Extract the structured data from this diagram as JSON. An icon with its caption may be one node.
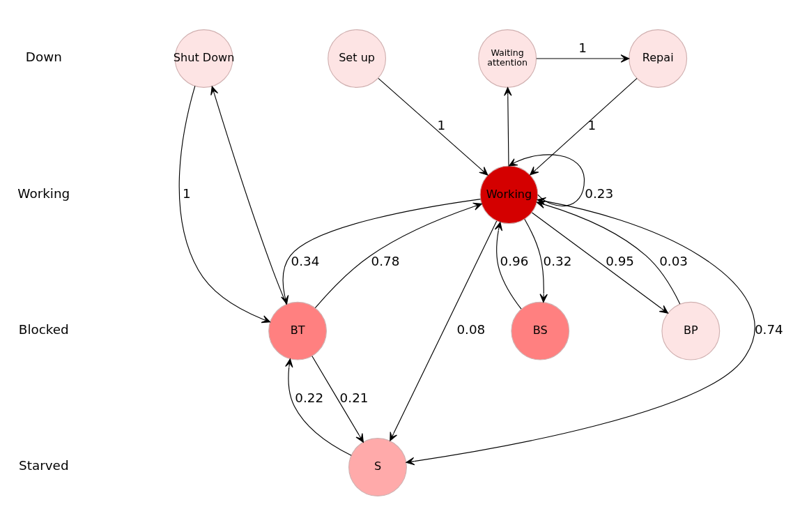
{
  "diagram": {
    "nodes": [
      {
        "text": [
          "Shut Down"
        ]
      },
      {
        "text": [
          "Set up"
        ]
      },
      {
        "text": [
          "Waiting attention"
        ]
      },
      {
        "text": [
          "Repai"
        ]
      },
      {
        "text": [
          "Working"
        ]
      },
      {
        "text": [
          "BT"
        ]
      },
      {
        "text": [
          "BS"
        ]
      },
      {
        "text": [
          "BP"
        ]
      },
      {
        "text": [
          "S"
        ]
      }
    ],
    "edges": [
      {
        "from": 0,
        "to": 5,
        "arrow": "to",
        "label": "1"
      },
      {
        "from": 5,
        "to": 0,
        "arrow": "to"
      },
      {
        "from": 1,
        "to": 4,
        "arrow": "to",
        "label": "1"
      },
      {
        "from": 4,
        "to": 4,
        "arrow": "to",
        "label": "0.23"
      },
      {
        "from": 4,
        "to": 2,
        "arrow": "to"
      },
      {
        "from": 2,
        "to": 3,
        "arrow": "to",
        "label": "1"
      },
      {
        "from": 3,
        "to": 4,
        "arrow": "to",
        "label": "1"
      },
      {
        "from": 4,
        "to": 5,
        "arrow": "to",
        "label": "0.34"
      },
      {
        "from": 5,
        "to": 4,
        "arrow": "to",
        "label": "0.78"
      },
      {
        "from": 4,
        "to": 8,
        "arrow": "to",
        "label": "0.08"
      },
      {
        "from": 8,
        "to": 4,
        "arrow": "both",
        "label": "0.74"
      },
      {
        "from": 4,
        "to": 6,
        "arrow": "to",
        "label": "0.32"
      },
      {
        "from": 6,
        "to": 4,
        "arrow": "to",
        "label": "0.96"
      },
      {
        "from": 4,
        "to": 7,
        "arrow": "to",
        "label": "0.95"
      },
      {
        "from": 7,
        "to": 4,
        "arrow": "to",
        "label": "0.03"
      },
      {
        "from": 5,
        "to": 8,
        "arrow": "to",
        "label": "0.21"
      },
      {
        "from": 8,
        "to": 5,
        "arrow": "to",
        "label": "0.22"
      }
    ],
    "labels": [
      "Down",
      "Working",
      "Blocked",
      "Starved"
    ]
  }
}
